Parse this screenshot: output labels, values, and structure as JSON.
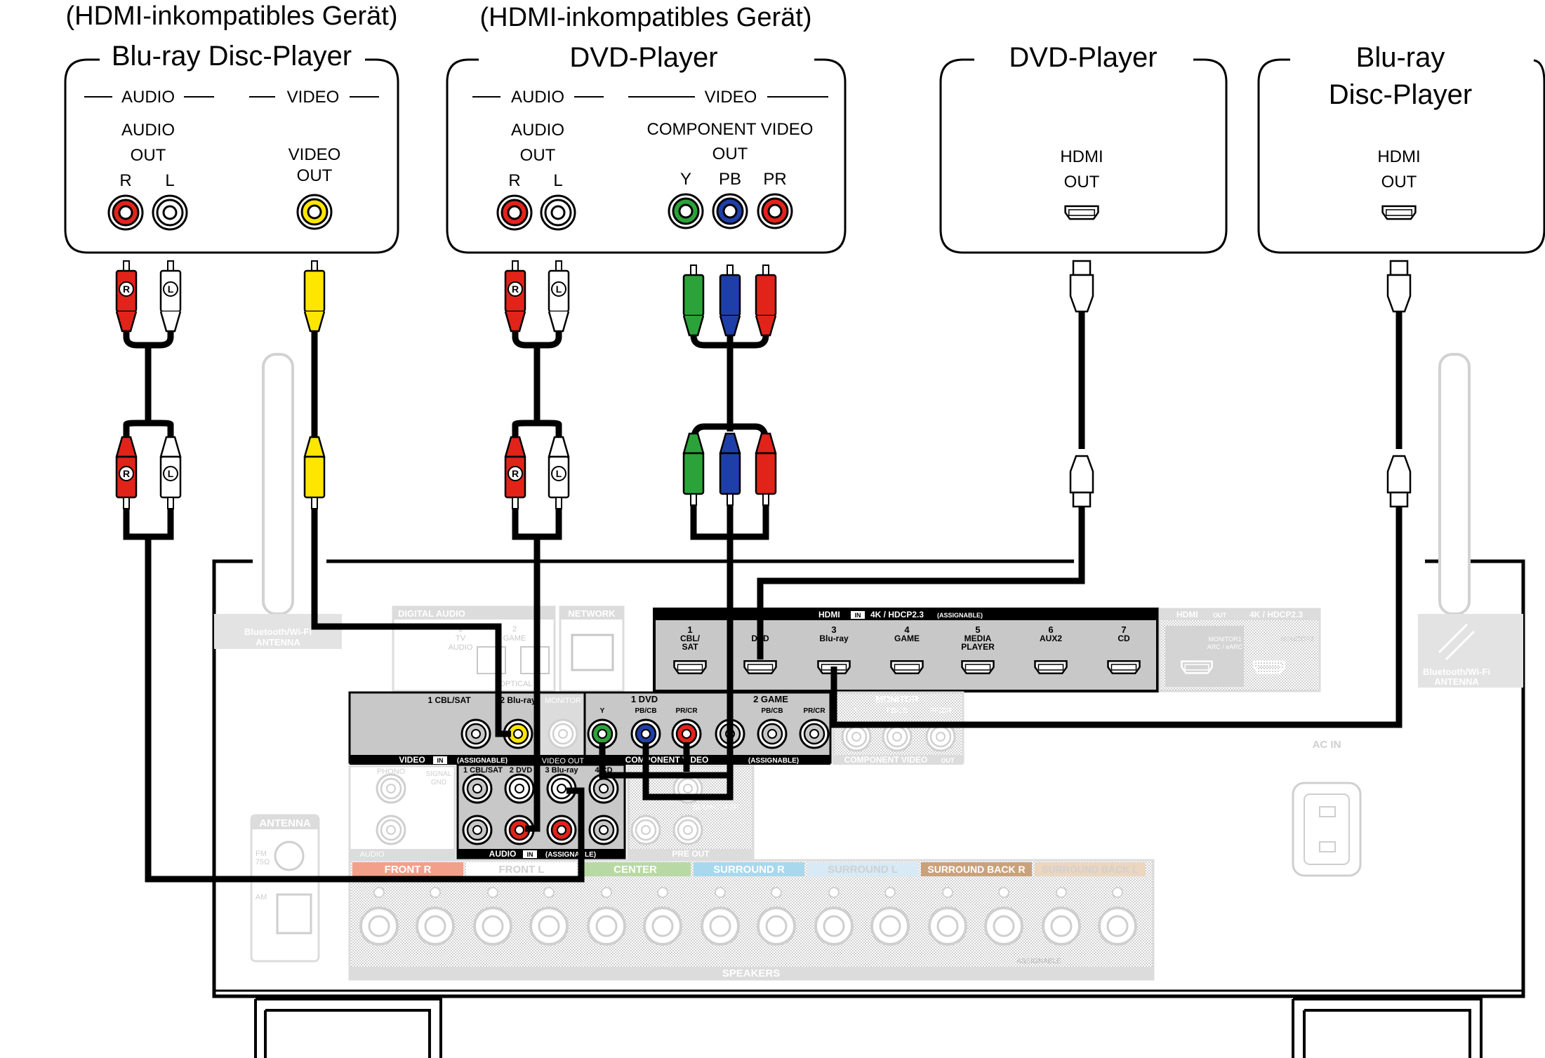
{
  "devices": [
    {
      "caption": "(HDMI-inkompatibles Gerät)",
      "name": "Blu-ray Disc-Player",
      "group1": "AUDIO",
      "group2": "VIDEO",
      "audio_label": [
        "AUDIO",
        "OUT"
      ],
      "r": "R",
      "l": "L",
      "video_label": [
        "VIDEO",
        "OUT"
      ]
    },
    {
      "caption": "(HDMI-inkompatibles Gerät)",
      "name": "DVD-Player",
      "group1": "AUDIO",
      "group2": "VIDEO",
      "audio_label": [
        "AUDIO",
        "OUT"
      ],
      "r": "R",
      "l": "L",
      "video_label": [
        "COMPONENT VIDEO",
        "OUT"
      ],
      "y": "Y",
      "pb": "PB",
      "pr": "PR"
    },
    {
      "name": "DVD-Player",
      "port_label": [
        "HDMI",
        "OUT"
      ]
    },
    {
      "name": [
        "Blu-ray",
        "Disc-Player"
      ],
      "port_label": [
        "HDMI",
        "OUT"
      ]
    }
  ],
  "plug_marks": {
    "r": "R",
    "l": "L"
  },
  "receiver": {
    "bt_left": [
      "Bluetooth/Wi-Fi",
      "ANTENNA"
    ],
    "bt_right": [
      "Bluetooth/Wi-Fi",
      "ANTENNA"
    ],
    "digital_audio": "DIGITAL AUDIO",
    "digital_sub": [
      "1",
      "TV",
      "AUDIO",
      "2",
      "GAME",
      "OPTICAL"
    ],
    "network": "NETWORK",
    "hdmi_in": {
      "title": "HDMI",
      "in": "IN",
      "spec": "4K / HDCP2.3",
      "assign": "(ASSIGNABLE)",
      "ports": [
        [
          "1",
          "CBL/",
          "SAT"
        ],
        [
          "2",
          "DVD"
        ],
        [
          "3",
          "Blu-ray"
        ],
        [
          "4",
          "GAME"
        ],
        [
          "5",
          "MEDIA",
          "PLAYER"
        ],
        [
          "6",
          "AUX2"
        ],
        [
          "7",
          "CD"
        ]
      ]
    },
    "hdmi_out": {
      "title": "HDMI",
      "out": "OUT",
      "spec": "4K / HDCP2.3",
      "ports": [
        [
          "MONITOR1",
          "ARC / eARC"
        ],
        [
          "MONITOR2"
        ]
      ]
    },
    "video_in": {
      "title": "VIDEO",
      "in": "IN",
      "assign": "(ASSIGNABLE)",
      "labels": [
        "1 CBL/SAT",
        "2 Blu-ray",
        "MONITOR",
        "VIDEO OUT"
      ]
    },
    "component": {
      "title": "COMPONENT VIDEO",
      "in": "IN",
      "assign": "(ASSIGNABLE)",
      "group1": "1 DVD",
      "group2": "2 GAME",
      "y": "Y",
      "pb": "PB/CB",
      "pr": "PR/CR",
      "monitor": "MONITOR",
      "out_title": "COMPONENT VIDEO",
      "out": "OUT"
    },
    "audio_in": {
      "title": "AUDIO",
      "in": "IN",
      "assign": "(ASSIGNABLE)",
      "labels": [
        "1 CBL/SAT",
        "2 DVD",
        "3 Blu-ray",
        "4 CD"
      ]
    },
    "phono": "PHONO",
    "signal_gnd": [
      "SIGNAL",
      "GND"
    ],
    "audio_in_small": "AUDIO",
    "subwoofer": "SUBWOOFER",
    "pre_out": "PRE OUT",
    "antenna": "ANTENNA",
    "fm": [
      "FM",
      "75Ω"
    ],
    "am": "AM",
    "ac_in": "AC IN",
    "speakers": {
      "title": "SPEAKERS",
      "assignable": "ASSIGNABLE",
      "groups": [
        {
          "label": "FRONT",
          "badge": "R",
          "color": "#f2a08a"
        },
        {
          "label": "FRONT",
          "badge": "L",
          "color": "#ffffff"
        },
        {
          "label": "CENTER",
          "badge": "",
          "color": "#b9d9a4"
        },
        {
          "label": "SURROUND",
          "badge": "R",
          "color": "#a8d8ee"
        },
        {
          "label": "SURROUND",
          "badge": "L",
          "color": "#d7eaf6"
        },
        {
          "label": "SURROUND BACK",
          "badge": "R",
          "color": "#c9a27c"
        },
        {
          "label": "SURROUND BACK",
          "badge": "L",
          "color": "#ecd6bf"
        }
      ]
    }
  },
  "colors": {
    "red": "#e2231a",
    "white": "#ffffff",
    "yellow": "#ffe600",
    "green": "#2ba33a",
    "blue": "#1f3fa8",
    "cable": "#000000"
  }
}
